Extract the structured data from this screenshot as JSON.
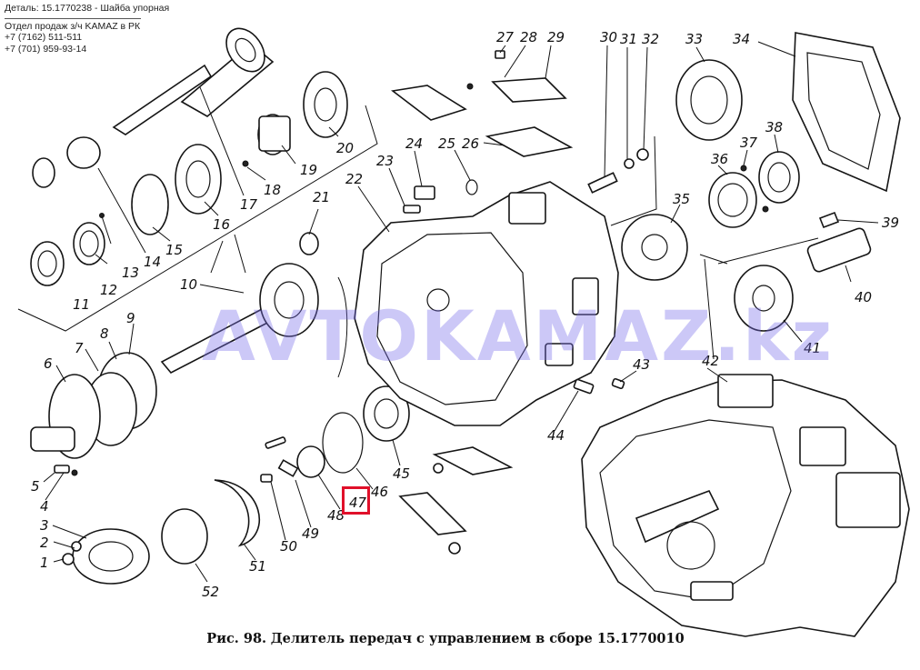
{
  "header": {
    "detail": "Деталь: 15.1770238 - Шайба упорная",
    "sales_dept": "Отдел продаж з/ч KAMAZ в РК",
    "phone_1": "+7 (7162) 511-511",
    "phone_2": "+7 (701) 959-93-14"
  },
  "watermark": "AVTOKAMAZ.kz",
  "caption": {
    "label": "Рис. 98.",
    "text": "Делитель передач с управлением в сборе 15.1770010"
  },
  "highlighted_part": "47",
  "parts": [
    "1",
    "2",
    "3",
    "4",
    "5",
    "6",
    "7",
    "8",
    "9",
    "10",
    "11",
    "12",
    "13",
    "14",
    "15",
    "16",
    "17",
    "18",
    "19",
    "20",
    "21",
    "22",
    "23",
    "24",
    "25",
    "26",
    "27",
    "28",
    "29",
    "30",
    "31",
    "32",
    "33",
    "34",
    "35",
    "36",
    "37",
    "38",
    "39",
    "40",
    "41",
    "42",
    "43",
    "44",
    "45",
    "46",
    "47",
    "48",
    "49",
    "50",
    "51",
    "52"
  ],
  "colors": {
    "highlight": "#e0102a",
    "watermark": "#786eeb",
    "ink": "#151515"
  }
}
